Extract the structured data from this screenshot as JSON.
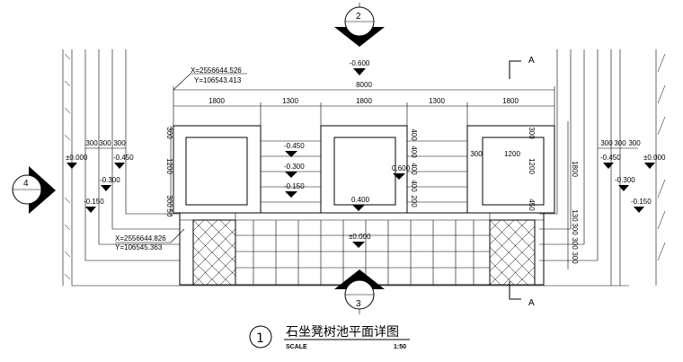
{
  "title": "石坐凳树池平面详图",
  "title_number": "1",
  "scale_label": "SCALE",
  "scale_value": "1:50",
  "coord_top": {
    "x": "X=2556644.526",
    "y": "Y=106543.413"
  },
  "coord_bottom": {
    "x": "X=2556644.826",
    "y": "Y=106545.363"
  },
  "overall_dim": "8000",
  "top_dims": [
    "1800",
    "1300",
    "1800",
    "1300",
    "1800"
  ],
  "section_label": "A",
  "callouts": {
    "top": "2",
    "left": "4",
    "bottom": "3"
  },
  "left_dims": [
    "300",
    "300",
    "300"
  ],
  "right_dims": [
    "300",
    "300",
    "300"
  ],
  "box_v_dims": {
    "left": [
      "300",
      "1200",
      "300",
      "50"
    ],
    "right": [
      "300",
      "1200",
      "450"
    ]
  },
  "mid_v_dims": [
    "400",
    "400",
    "400",
    "400",
    "200"
  ],
  "inner_dims": {
    "mid_left": "300",
    "mid_width": "1200"
  },
  "right_side_dims": [
    "1800",
    "130",
    "300",
    "300",
    "300"
  ],
  "levels": {
    "top": "-0.600",
    "left": [
      "±0.000",
      "-0.450",
      "-0.300",
      "-0.150"
    ],
    "center_left": [
      "-0.450",
      "-0.300",
      "-0.150"
    ],
    "center": [
      "0.600",
      "0.400",
      "±0.000"
    ],
    "right": [
      "-0.450",
      "±0.000",
      "-0.300",
      "-0.150"
    ]
  }
}
